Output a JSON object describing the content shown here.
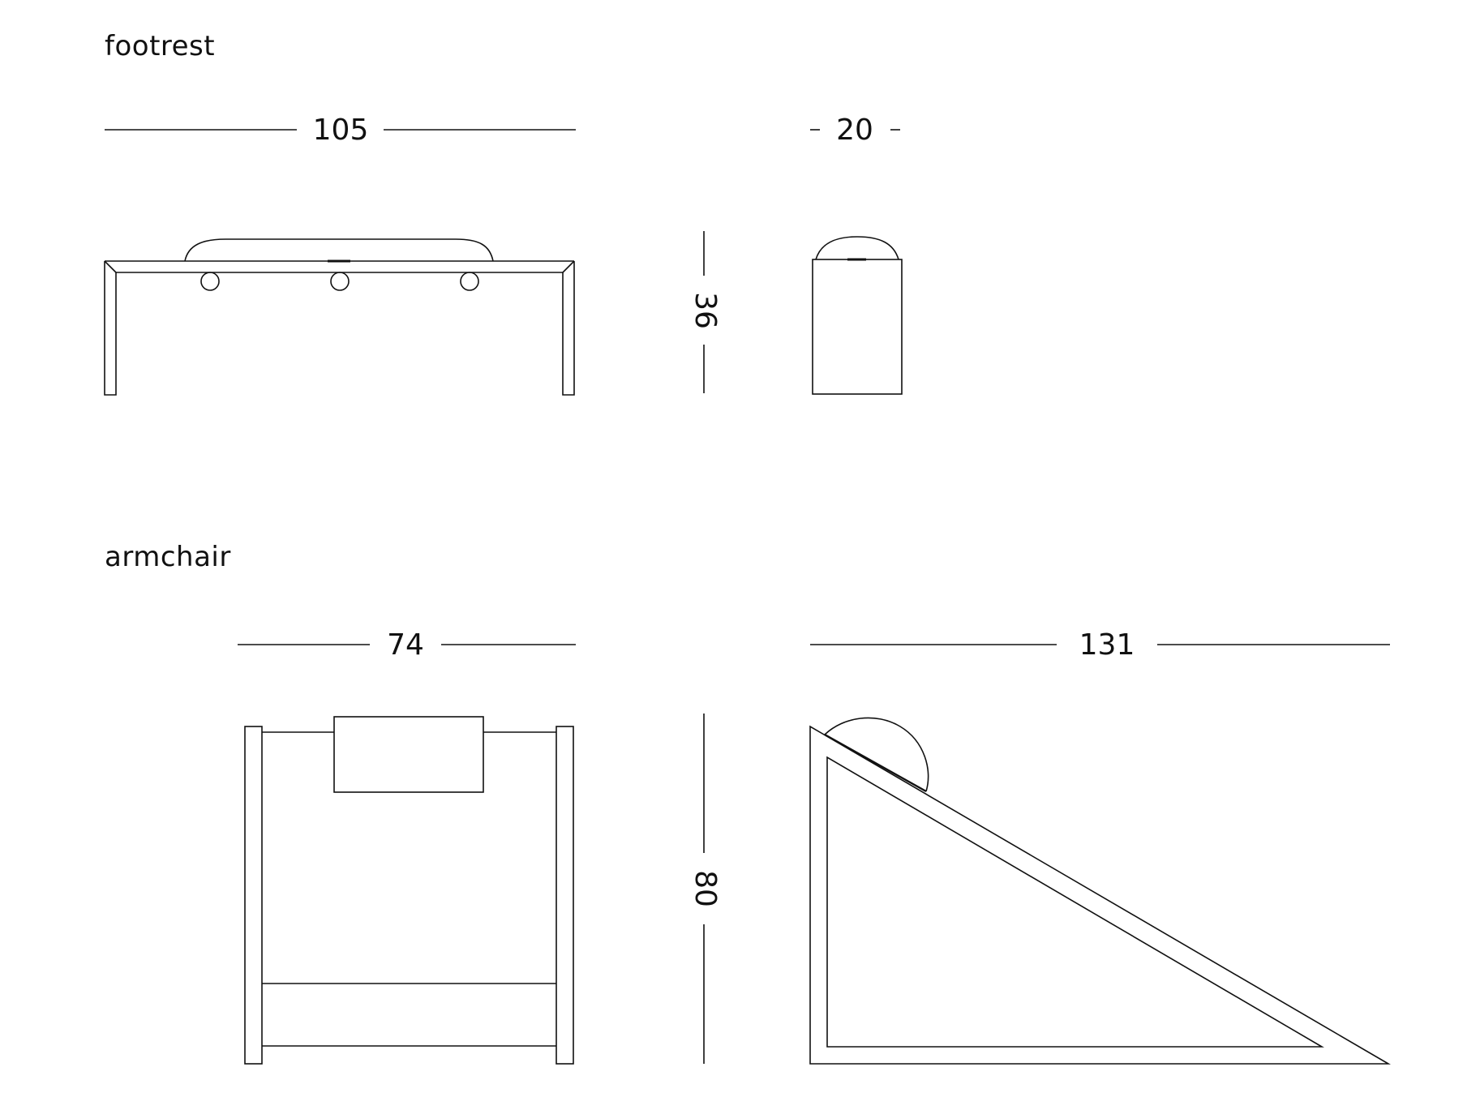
{
  "sections": {
    "footrest": {
      "title": "footrest",
      "dimensions": {
        "width": "105",
        "depth": "20",
        "height": "36"
      }
    },
    "armchair": {
      "title": "armchair",
      "dimensions": {
        "width": "74",
        "depth": "131",
        "height": "80"
      }
    }
  },
  "colors": {
    "line": "#111111",
    "background": "#ffffff"
  }
}
